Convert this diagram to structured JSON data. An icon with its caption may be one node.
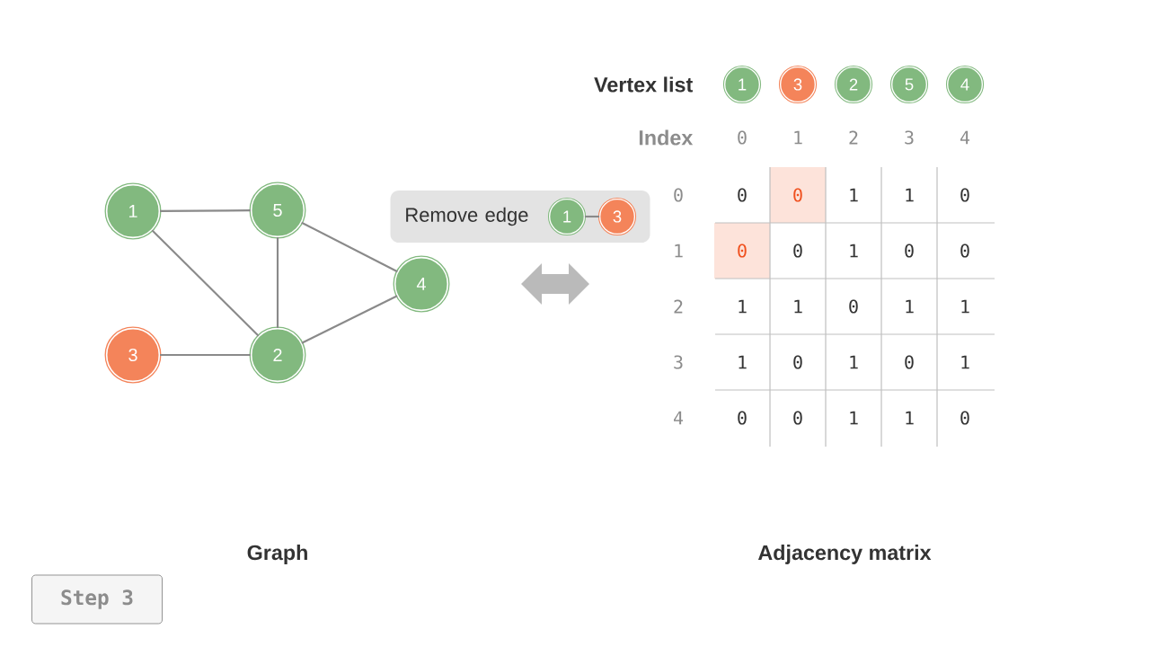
{
  "diagram": {
    "nodes": [
      {
        "text": [
          "1"
        ]
      },
      {
        "text": [
          "5"
        ]
      },
      {
        "text": [
          "4"
        ]
      },
      {
        "text": [
          "3"
        ]
      },
      {
        "text": [
          "2"
        ]
      },
      {
        "text": [
          "Remove edge"
        ]
      },
      {
        "text": [
          "1"
        ],
        "in": 5
      },
      {
        "text": [
          "3"
        ],
        "in": 5
      },
      {
        "text": [
          "1"
        ]
      },
      {
        "text": [
          "3"
        ]
      },
      {
        "text": [
          "2"
        ]
      },
      {
        "text": [
          "5"
        ]
      },
      {
        "text": [
          "4"
        ]
      },
      {
        "text": [
          "Step 3"
        ]
      }
    ],
    "edges": [
      {
        "from": 0,
        "to": 1,
        "arrow": "none"
      },
      {
        "from": 0,
        "to": 4,
        "arrow": "none"
      },
      {
        "from": 1,
        "to": 4,
        "arrow": "none"
      },
      {
        "from": 1,
        "to": 2,
        "arrow": "none"
      },
      {
        "from": 3,
        "to": 4,
        "arrow": "none"
      },
      {
        "from": 4,
        "to": 2,
        "arrow": "none"
      },
      {
        "from": 6,
        "to": 7,
        "arrow": "none"
      }
    ],
    "labels": [
      "Vertex list",
      "Index",
      "0",
      "1",
      "2",
      "3",
      "4",
      "0",
      "0",
      "0",
      "1",
      "1",
      "0",
      "1",
      "0",
      "0",
      "1",
      "0",
      "0",
      "2",
      "1",
      "1",
      "0",
      "1",
      "1",
      "3",
      "1",
      "0",
      "1",
      "0",
      "1",
      "4",
      "0",
      "0",
      "1",
      "1",
      "0",
      "Graph",
      "Adjacency matrix"
    ]
  }
}
